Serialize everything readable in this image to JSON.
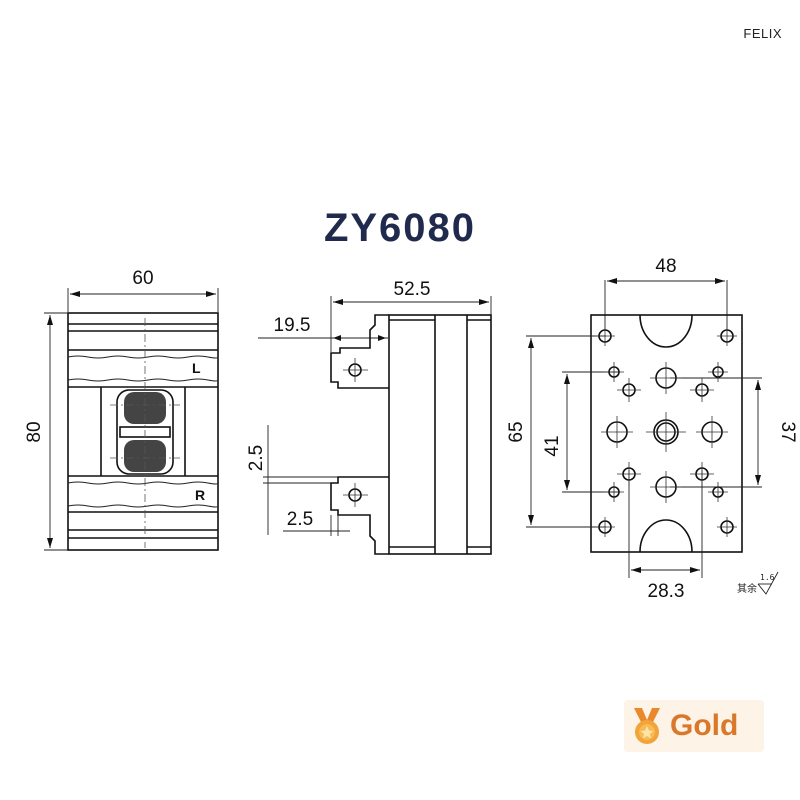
{
  "brand": "FELIX",
  "title": "ZY6080",
  "views": {
    "front": {
      "width_label": "60",
      "height_label": "80",
      "terminal_top_label": "L",
      "terminal_bottom_label": "R"
    },
    "side": {
      "depth_label": "52.5",
      "lug_offset_label": "19.5",
      "lug_vertical_label": "2.5",
      "lug_horizontal_label": "2.5"
    },
    "bottom": {
      "width_label": "48",
      "outer_height_label": "65",
      "inner_height_label": "41",
      "right_height_label": "37",
      "bottom_width_label": "28.3"
    },
    "surface_finish": {
      "note": "其余",
      "value": "1.6"
    }
  },
  "badge": {
    "icon": "medal-icon",
    "label": "Gold",
    "color": "#d9782a",
    "background": "#fdf3e7"
  }
}
